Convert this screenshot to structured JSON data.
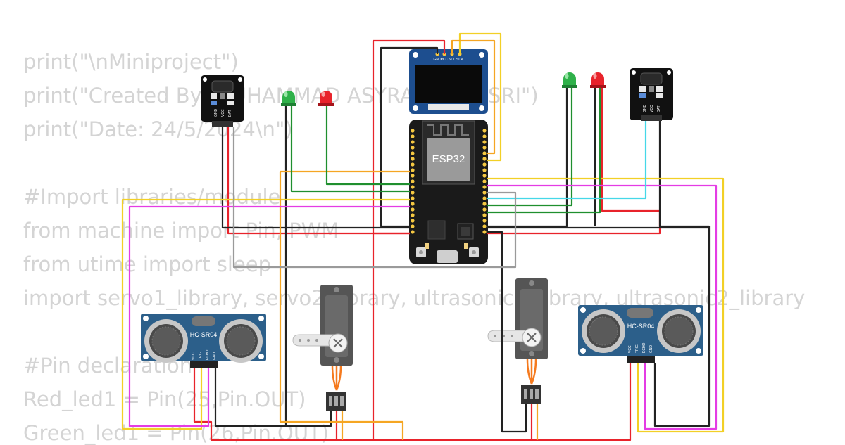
{
  "code_lines": [
    "print(\"\\nMiniproject\")",
    "print(\"Created By: MUHAMMAD ASYRAF BIN ASRI\")",
    "print(\"Date: 24/5/2024\\n\")",
    "",
    "#Import libraries/module",
    "from machine import Pin, PWM",
    "from utime import sleep",
    "import servo1_library, servo2_library, ultrasonic1_library, ultrasonic2_library",
    "",
    "#Pin declaration",
    "Red_led1 = Pin(25,Pin.OUT)",
    "Green_led1 = Pin(26,Pin.OUT)"
  ],
  "esp32": {
    "label": "ESP32"
  },
  "oled": {
    "pins": [
      "GND",
      "VCC",
      "SCL",
      "SDA"
    ]
  },
  "ir_sensor": {
    "pins": [
      "GND",
      "VCC",
      "DAT"
    ]
  },
  "ultrasonic": {
    "label": "HC-SR04",
    "pins": [
      "VCC",
      "TRIG",
      "ECHO",
      "GND"
    ]
  },
  "colors": {
    "red_wire": "#e8232b",
    "black_wire": "#222222",
    "green_wire": "#1f8f2e",
    "orange_wire": "#f5a623",
    "yellow_wire": "#f2d026",
    "magenta_wire": "#e43ce4",
    "cyan_wire": "#45d8e8",
    "gray_wire": "#9a9a9a",
    "board": "#1a1a1a",
    "oled_pcb": "#1d4e8f",
    "sensor_pcb": "#2c5f8a",
    "code_text": "#d4d4d4"
  }
}
